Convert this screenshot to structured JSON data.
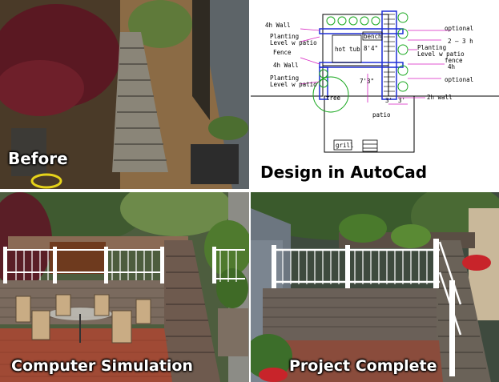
{
  "panels": {
    "before": {
      "caption": "Before"
    },
    "design": {
      "caption": "Design in AutoCad",
      "labels": {
        "wall_4h_top": "4h Wall",
        "planting_left_1": "Planting",
        "level_left_1": "Level w patio",
        "fence_left": "Fence",
        "wall_4h_mid": "4h Wall",
        "planting_left_2": "Planting",
        "level_left_2": "Level w patio",
        "hot_tub": "hot tub",
        "bench": "bench",
        "dim_8_4": "8'4\"",
        "dim_7_3": "7'3\"",
        "tree": "tree",
        "dim_3a": "3'",
        "dim_3b": "3'",
        "patio": "patio",
        "grill": "grill",
        "optional_top": "optional",
        "two_three_h": "2 – 3 h",
        "planting_right": "Planting",
        "level_right": "Level w patio",
        "fence_right": "fence",
        "h4_right": "4h",
        "optional_bottom": "optional",
        "wall_2h": "2h wall"
      }
    },
    "simulation": {
      "caption": "Computer Simulation"
    },
    "complete": {
      "caption": "Project Complete"
    }
  }
}
